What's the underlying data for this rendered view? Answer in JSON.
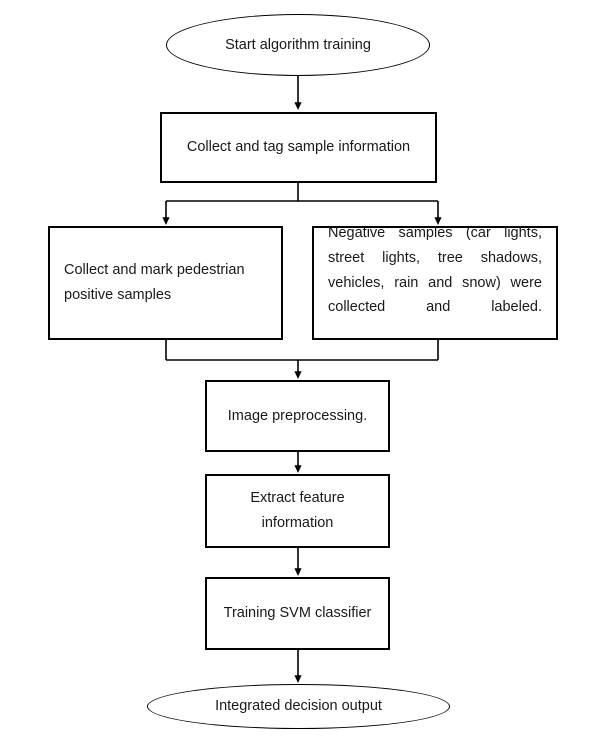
{
  "diagram": {
    "title": "Algorithm training flowchart",
    "background_color": "#ffffff",
    "stroke_color": "#000000",
    "text_color": "#1a1a1a"
  },
  "nodes": {
    "start": {
      "label": "Start algorithm training",
      "shape": "ellipse"
    },
    "collect_tag": {
      "label": "Collect and tag sample information",
      "shape": "rectangle"
    },
    "positive_samples": {
      "label": "Collect and mark pedestrian positive samples",
      "shape": "rectangle"
    },
    "negative_samples": {
      "label": "Negative samples (car lights, street lights, tree shadows, vehicles, rain and snow) were collected and labeled.",
      "shape": "rectangle"
    },
    "preprocessing": {
      "label": "Image preprocessing.",
      "shape": "rectangle"
    },
    "extract_feature": {
      "label": "Extract feature information",
      "shape": "rectangle"
    },
    "train_svm": {
      "label": "Training SVM classifier",
      "shape": "rectangle"
    },
    "output": {
      "label": "Integrated decision output",
      "shape": "ellipse"
    }
  },
  "connectors": [
    {
      "name": "start-to-collect",
      "from": "start",
      "to": "collect_tag",
      "arrow": true
    },
    {
      "name": "collect-split-left",
      "from": "collect_tag",
      "to": "positive_samples",
      "arrow": true
    },
    {
      "name": "collect-split-right",
      "from": "collect_tag",
      "to": "negative_samples",
      "arrow": true
    },
    {
      "name": "samples-merge-to-preprocessing",
      "from": "positive_samples,negative_samples",
      "to": "preprocessing",
      "arrow": true
    },
    {
      "name": "preprocessing-to-extract",
      "from": "preprocessing",
      "to": "extract_feature",
      "arrow": true
    },
    {
      "name": "extract-to-train",
      "from": "extract_feature",
      "to": "train_svm",
      "arrow": true
    },
    {
      "name": "train-to-output",
      "from": "train_svm",
      "to": "output",
      "arrow": true
    }
  ]
}
